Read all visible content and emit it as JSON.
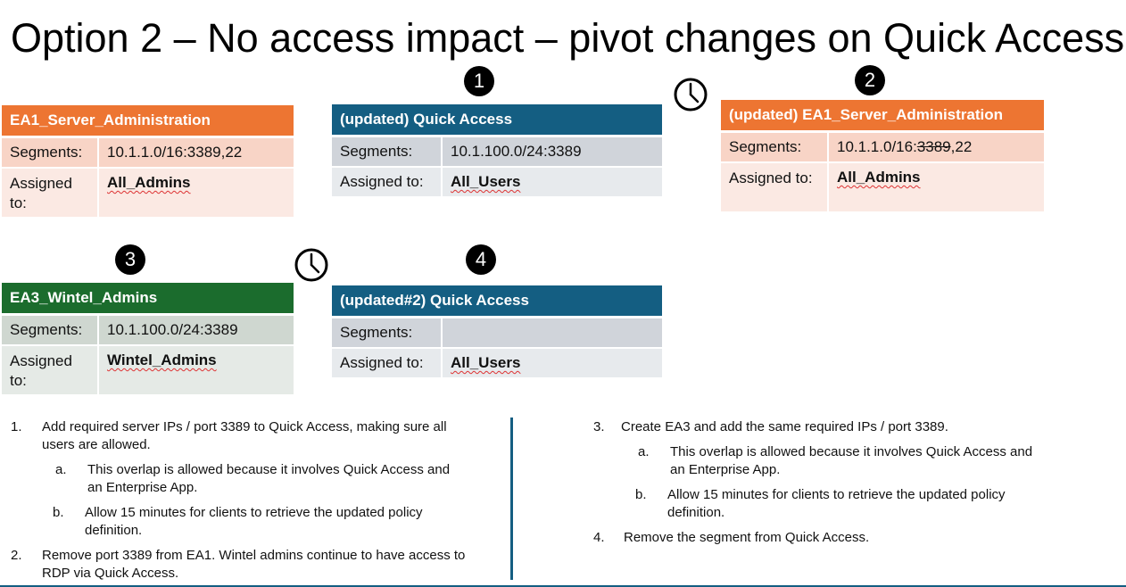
{
  "title": "Option 2 – No access impact – pivot changes on Quick Access",
  "badges": [
    "1",
    "2",
    "3",
    "4"
  ],
  "cards": {
    "ea1": {
      "header": "EA1_Server_Administration",
      "segments_label": "Segments:",
      "segments_value": "10.1.1.0/16:3389,22",
      "assigned_label": "Assigned to:",
      "assigned_value": "All_Admins"
    },
    "qa1": {
      "header": "(updated) Quick Access",
      "segments_label": "Segments:",
      "segments_value": "10.1.100.0/24:3389",
      "assigned_label": "Assigned to:",
      "assigned_value": "All_Users"
    },
    "ea1b": {
      "header": "(updated) EA1_Server_Administration",
      "segments_label": "Segments:",
      "segments_prefix": "10.1.1.0/16:",
      "segments_struck": "3389",
      "segments_suffix": ",22",
      "assigned_label": "Assigned to:",
      "assigned_value": "All_Admins"
    },
    "ea3": {
      "header": "EA3_Wintel_Admins",
      "segments_label": "Segments:",
      "segments_value": "10.1.100.0/24:3389",
      "assigned_label": "Assigned to:",
      "assigned_value": "Wintel_Admins"
    },
    "qa2": {
      "header": "(updated#2) Quick Access",
      "segments_label": "Segments:",
      "segments_value": "",
      "assigned_label": "Assigned to:",
      "assigned_value": "All_Users"
    }
  },
  "notes_left": {
    "n1": "1.",
    "t1": "Add required server IPs / port 3389 to Quick Access, making sure all users are allowed.",
    "a": "a.",
    "ta": "This overlap is allowed because it involves Quick Access and an Enterprise App.",
    "b": "b.",
    "tb": "Allow 15 minutes for clients to retrieve the updated policy definition.",
    "n2": "2.",
    "t2": "Remove port 3389 from EA1. Wintel admins continue to have access to RDP via Quick Access."
  },
  "notes_right": {
    "n3": "3.",
    "t3": "Create EA3 and add the same required IPs / port 3389.",
    "a": "a.",
    "ta": "This overlap is allowed because it involves Quick Access and an Enterprise App.",
    "b": "b.",
    "tb": "Allow 15 minutes for clients to retrieve the updated policy definition.",
    "n4": "4.",
    "t4": "Remove the segment from Quick Access."
  },
  "colors": {
    "orange": "#ed7532",
    "blue": "#145e82",
    "green": "#1b6c2d"
  },
  "icons": [
    "clock-icon",
    "clock-icon"
  ]
}
